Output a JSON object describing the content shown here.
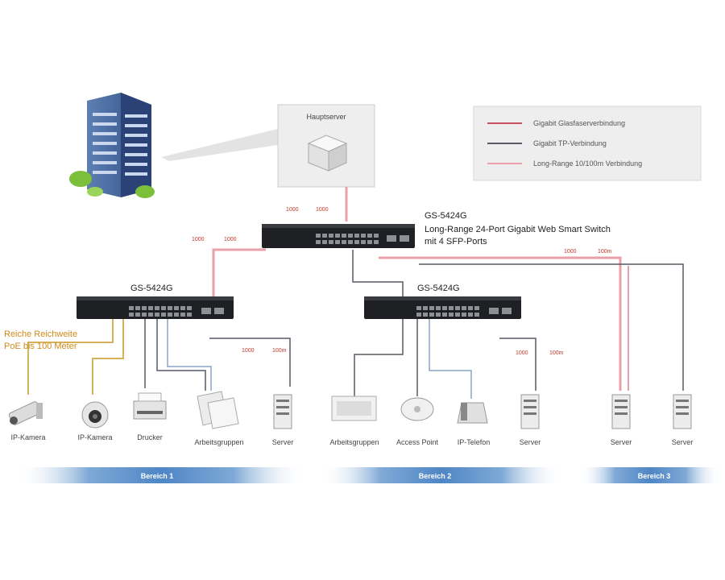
{
  "hq": {
    "label": "Hauptserver"
  },
  "legend": {
    "items": [
      {
        "label": "Gigabit Glasfaserverbindung",
        "color": "#c9505e"
      },
      {
        "label": "Gigabit TP-Verbindung",
        "color": "#555a66"
      },
      {
        "label": "Long-Range 10/100m Verbindung",
        "color": "#e9a0ab"
      }
    ]
  },
  "main_switch": {
    "model": "GS-5424G",
    "desc_line1": "Long-Range 24-Port Gigabit Web Smart Switch",
    "desc_line2": "mit 4 SFP-Ports"
  },
  "switch_left": {
    "model": "GS-5424G"
  },
  "switch_right": {
    "model": "GS-5424G"
  },
  "link_labels": {
    "uplink_top": [
      "1000",
      "1000"
    ],
    "uplink_left": [
      "1000",
      "1000"
    ],
    "uplink_right": [
      "1000",
      "100m"
    ],
    "left_to_server": [
      "1000",
      "100m"
    ],
    "right_to_server": [
      "1000",
      "100m"
    ]
  },
  "annotation": {
    "line1": "Reiche Reichweite",
    "line2": "PoE bis 100 Meter"
  },
  "devices": {
    "ipcam1": "IP-Kamera",
    "ipcam2": "IP-Kamera",
    "drucker": "Drucker",
    "ap_left": "Arbeitsgruppen",
    "server1": "Server",
    "ap_right": "Arbeitsgruppen",
    "ap_dome": "Access Point",
    "ipphone": "IP-Telefon",
    "server2": "Server",
    "server3": "Server",
    "server4": "Server"
  },
  "zones": {
    "zone1": "Bereich 1",
    "zone2": "Bereich 2",
    "zone3": "Bereich 3"
  }
}
